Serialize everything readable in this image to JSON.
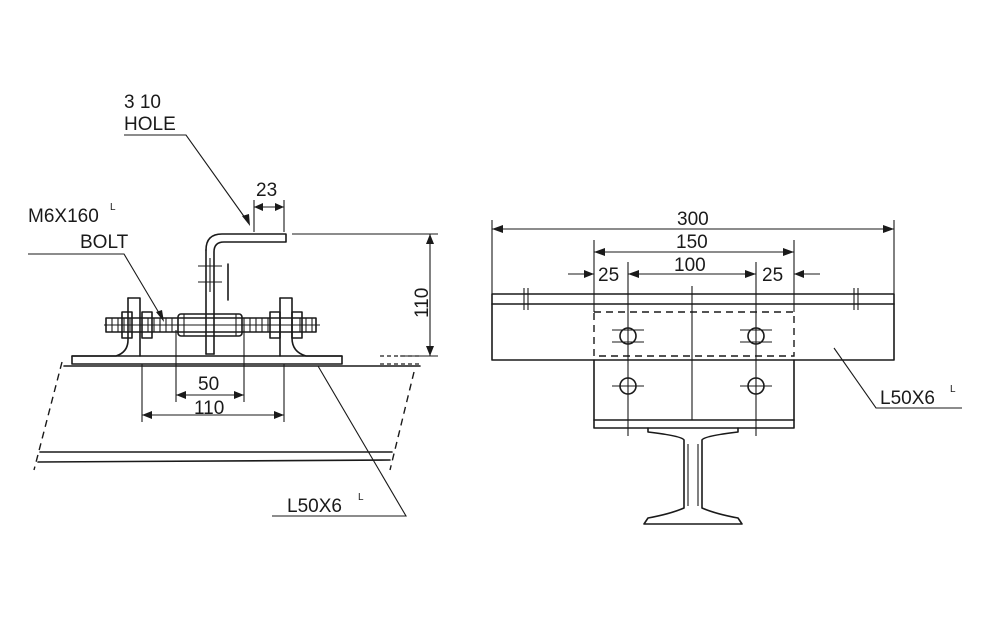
{
  "left_view": {
    "hole_label_line1": "3 10",
    "hole_label_line2": "HOLE",
    "dim_23": "23",
    "bolt_label_line1": "M6X160",
    "bolt_label_sup": "L",
    "bolt_label_line2": "BOLT",
    "dim_110_vertical": "110",
    "dim_50": "50",
    "dim_110_horizontal": "110",
    "angle_label": "L50X6",
    "angle_label_sup": "L"
  },
  "right_view": {
    "dim_300": "300",
    "dim_150": "150",
    "dim_25_left": "25",
    "dim_100": "100",
    "dim_25_right": "25",
    "angle_label": "L50X6",
    "angle_label_sup": "L"
  }
}
